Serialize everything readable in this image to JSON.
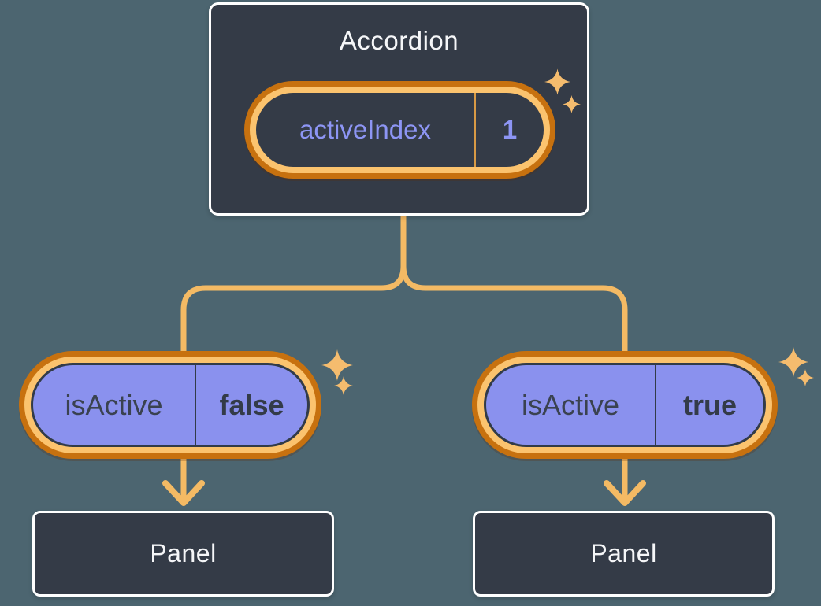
{
  "diagram": {
    "background_color": "#4c6570",
    "connector_color": "#f4ba64",
    "parent_node": {
      "title": "Accordion",
      "state_pill": {
        "key": "activeIndex",
        "value": "1"
      }
    },
    "children": [
      {
        "prop_pill": {
          "key": "isActive",
          "value": "false"
        },
        "panel_label": "Panel"
      },
      {
        "prop_pill": {
          "key": "isActive",
          "value": "true"
        },
        "panel_label": "Panel"
      }
    ],
    "colors": {
      "node_fill": "#343b47",
      "node_border": "#ffffff",
      "node_text": "#f5f6f8",
      "pill_fill": "#8a91ee",
      "pill_text_dark": "#333b48",
      "gold_ring_dark": "#c7710f",
      "gold_ring_light": "#fbc36e",
      "sparkle": "#f5bc6e",
      "state_text": "#8d95f4",
      "state_divider": "#d89a45"
    }
  }
}
